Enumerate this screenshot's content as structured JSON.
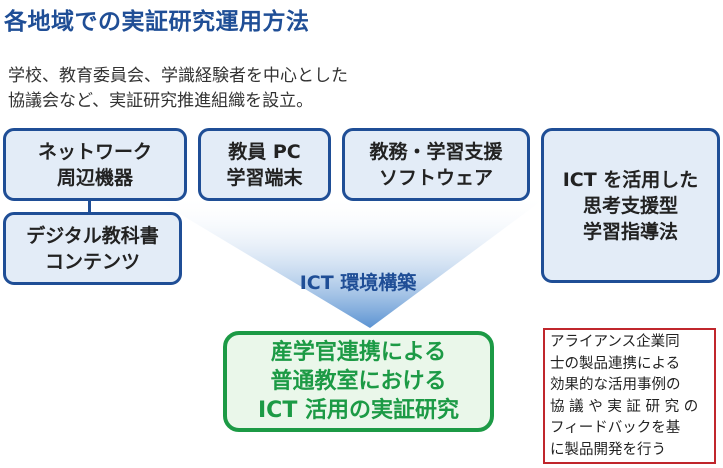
{
  "title": "各地域での実証研究運用方法",
  "intro": [
    "学校、教育委員会、学識経験者を中心とした",
    "協議会など、実証研究推進組織を設立。"
  ],
  "boxes": {
    "network": [
      "ネットワーク",
      "周辺機器"
    ],
    "pc": [
      "教員 PC",
      "学習端末"
    ],
    "software": [
      "教務・学習支援",
      "ソフトウェア"
    ],
    "ict_guidance": [
      "ICT を活用した",
      "思考支援型",
      "学習指導法"
    ],
    "digital": [
      "デジタル教科書",
      "コンテンツ"
    ]
  },
  "funnel_label": "ICT 環境構築",
  "result": [
    "産学官連携による",
    "普通教室における",
    "ICT 活用の実証研究"
  ],
  "note": [
    "アライアンス企業同",
    "士の製品連携による",
    "効果的な活用事例の",
    "協 議 や 実 証 研 究 の",
    "フィードバックを基",
    "に製品開発を行う"
  ],
  "colors": {
    "primary": "#1f4e96",
    "box_fill": "#e3ecf7",
    "green": "#1c9a45",
    "red": "#c0262c"
  }
}
